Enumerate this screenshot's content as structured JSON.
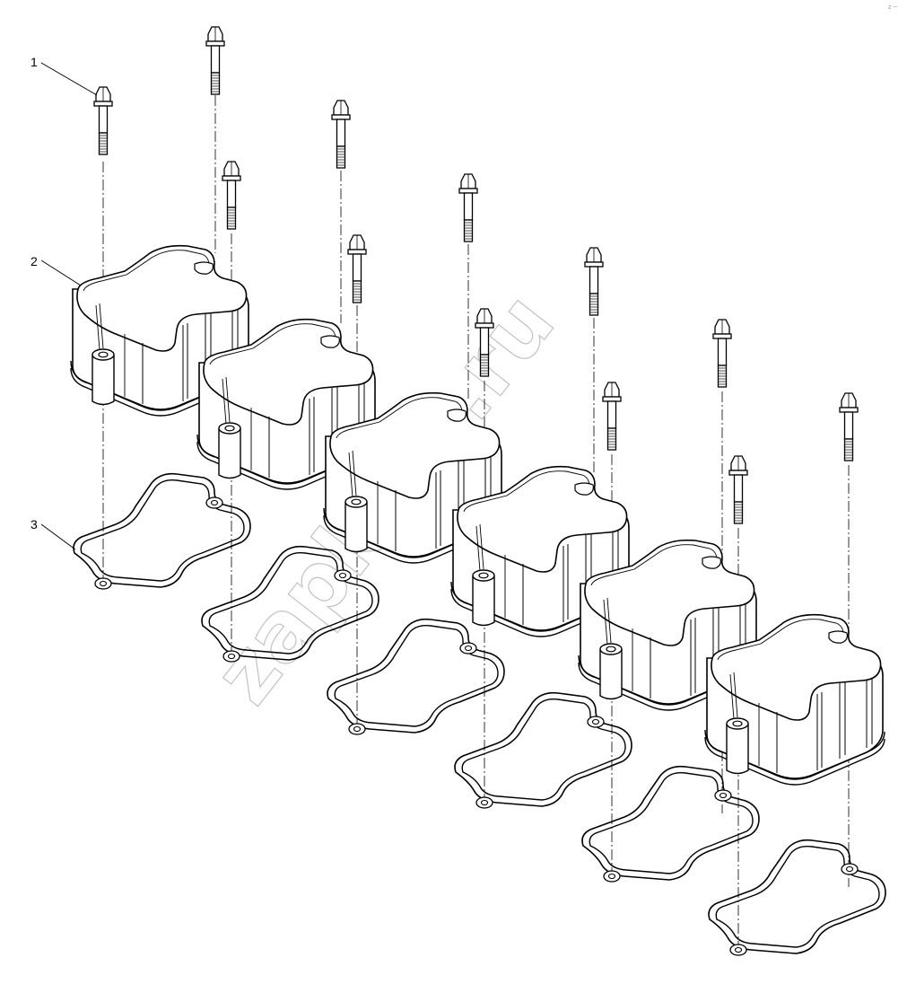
{
  "diagram": {
    "callouts": [
      {
        "number": "1",
        "part": "bolt"
      },
      {
        "number": "2",
        "part": "cover"
      },
      {
        "number": "3",
        "part": "gasket"
      }
    ],
    "watermark": "zapkam.ru",
    "corner_mark": "z ─"
  }
}
